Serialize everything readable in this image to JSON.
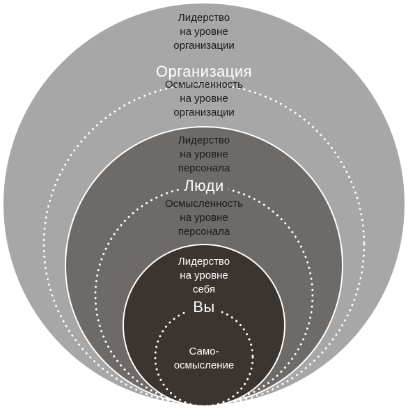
{
  "colors": {
    "outer": "#a7a7a7",
    "middle": "#6d6a68",
    "inner": "#3b342f",
    "stroke": "#ffffff",
    "dots": "#ffffff",
    "text_dark": "#1a1a1a",
    "text_light": "#ffffff"
  },
  "rings": {
    "organization": {
      "title": "Организация",
      "top_label": "Лидерство\nна уровне\nорганизации",
      "bottom_label": "Осмысленность\nна уровне\nорганизации"
    },
    "people": {
      "title": "Люди",
      "top_label": "Лидерство\nна уровне\nперсонала",
      "bottom_label": "Осмысленность\nна уровне\nперсонала"
    },
    "you": {
      "title": "Вы",
      "top_label": "Лидерство\nна уровне\nсебя",
      "bottom_label": "Само-\nосмысление"
    }
  }
}
